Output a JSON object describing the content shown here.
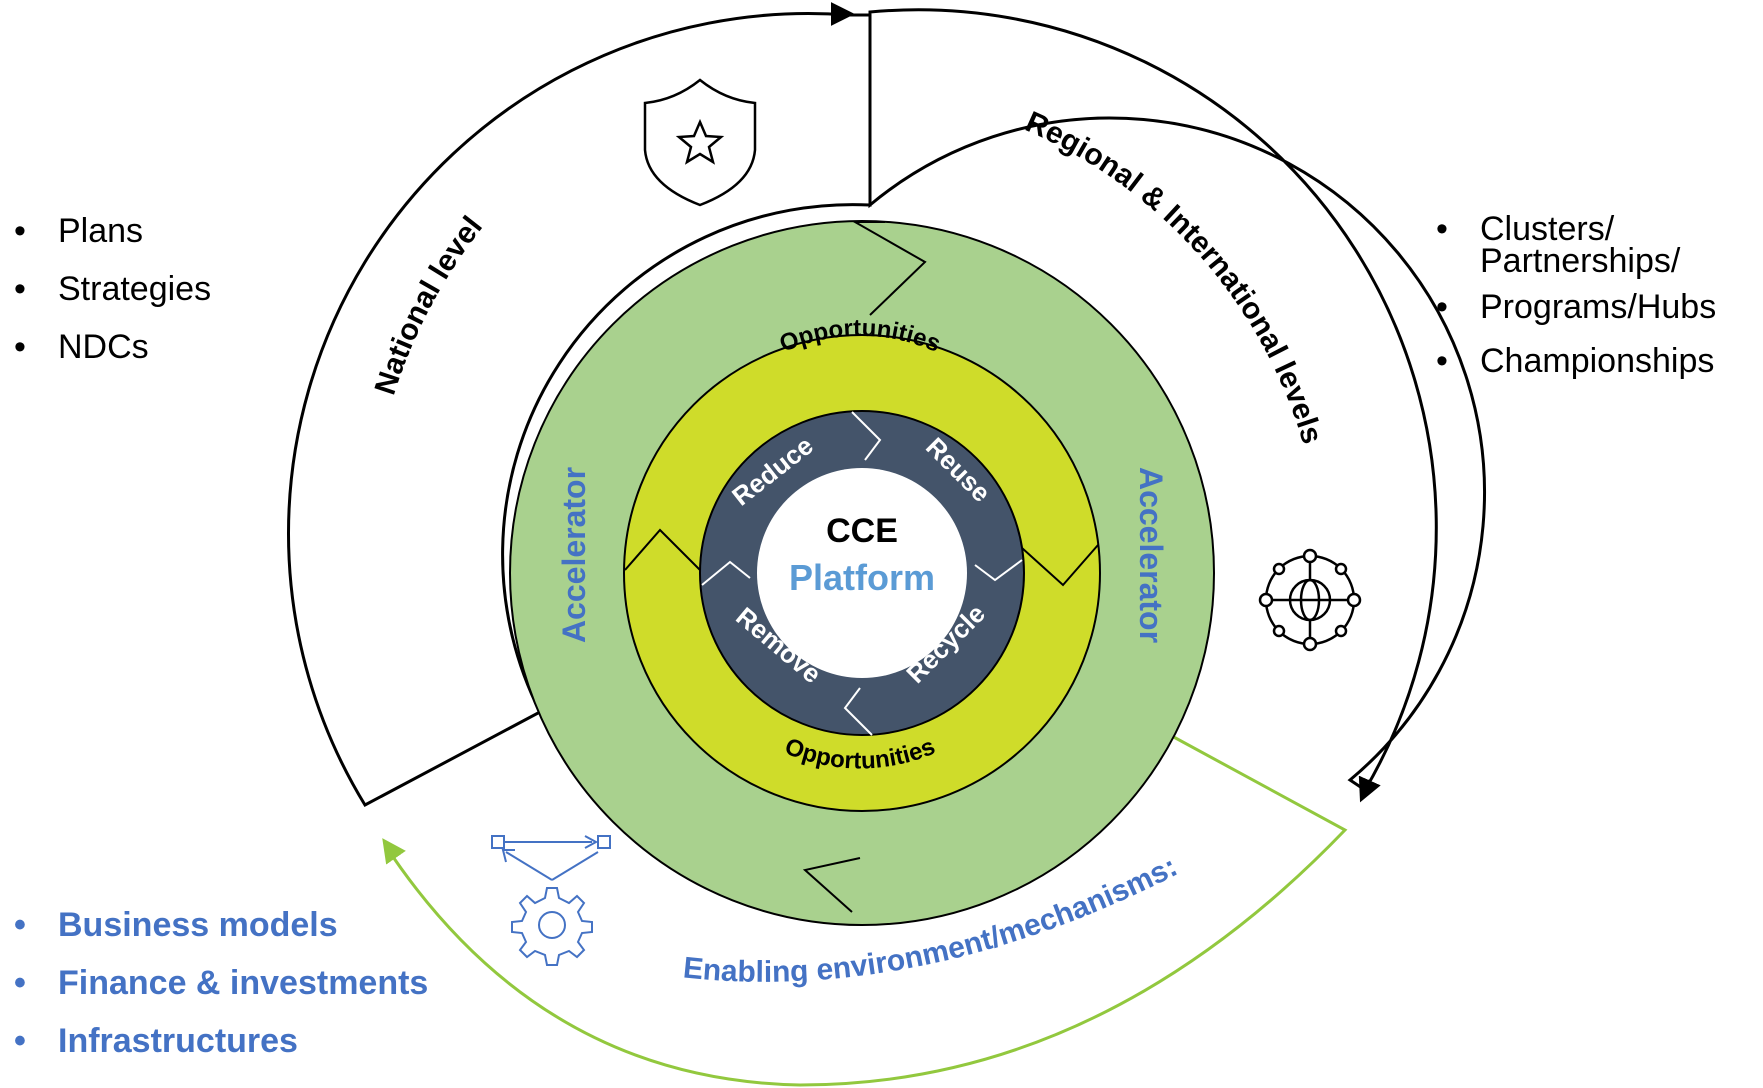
{
  "center": {
    "title": "CCE",
    "subtitle": "Platform"
  },
  "inner_ring": {
    "items": [
      "Reduce",
      "Reuse",
      "Recycle",
      "Remove"
    ]
  },
  "middle_ring": {
    "top_label": "Opportunities",
    "bottom_label": "Opportunities"
  },
  "outer_ring": {
    "left_label": "Accelerator",
    "right_label": "Accelerator"
  },
  "arcs": {
    "national": "National level",
    "regional": "Regional & International levels",
    "enabling": "Enabling environment/mechanisms:"
  },
  "lists": {
    "national": [
      "Plans",
      "Strategies",
      "NDCs"
    ],
    "regional": [
      "Clusters/",
      "Partnerships/",
      "Programs/Hubs",
      "Championships"
    ],
    "enabling": [
      "Business models",
      "Finance & investments",
      "Infrastructures"
    ]
  },
  "icons": {
    "national": "shield-star-icon",
    "regional": "globe-network-icon",
    "enabling": "gear-workflow-icon"
  },
  "colors": {
    "outer_green": "#a9d18e",
    "middle_yellow": "#cfdc2a",
    "inner_navy": "#44546a",
    "accent_blue": "#4472c4",
    "platform_blue": "#5b9bd5",
    "enabling_green": "#92c83e"
  }
}
